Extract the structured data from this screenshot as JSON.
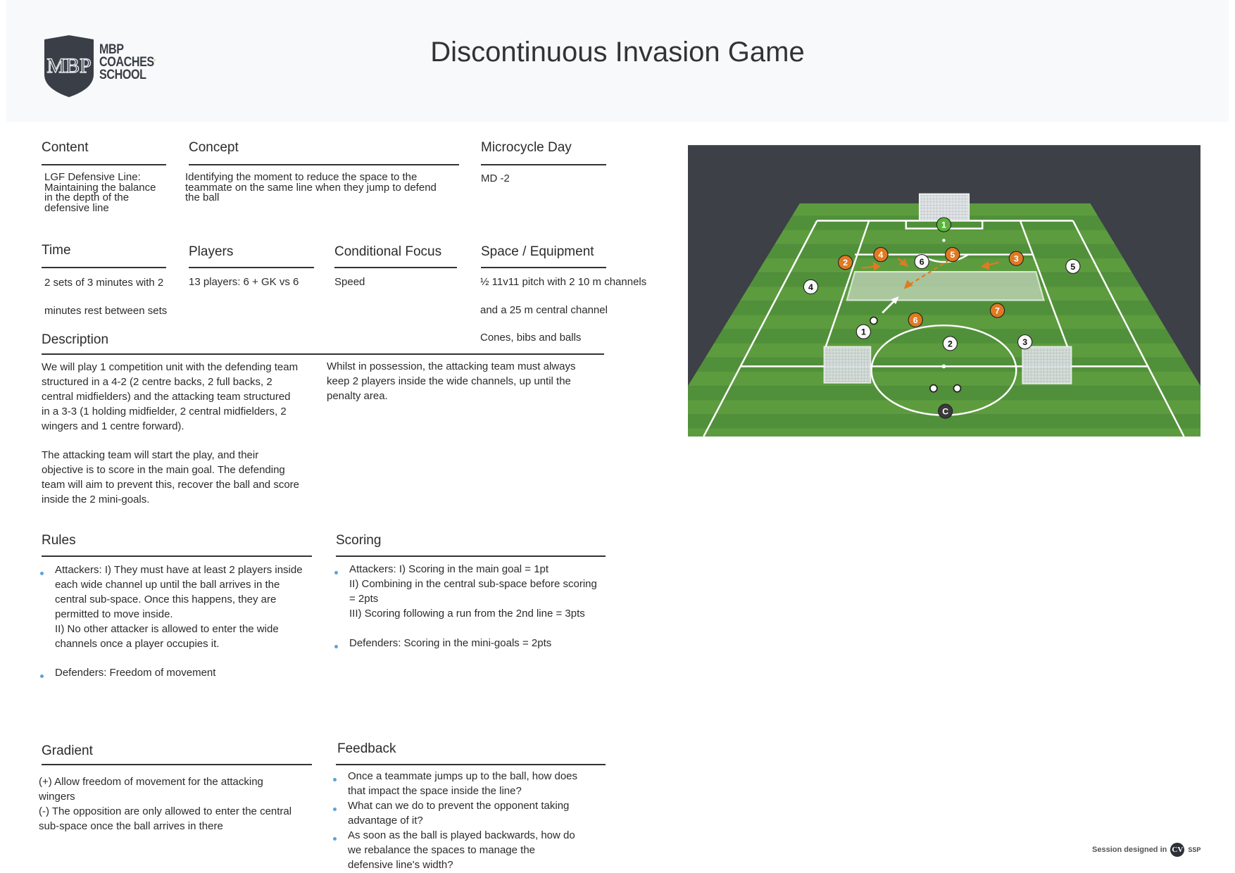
{
  "header": {
    "title": "Discontinuous Invasion Game",
    "logo": {
      "monogram": "MBP",
      "line1": "MBP",
      "line2": "COACHES",
      "line3": "SCHOOL"
    }
  },
  "content": {
    "heading": "Content",
    "text": "LGF Defensive Line:\nMaintaining the balance\nin the depth of the\ndefensive line"
  },
  "concept": {
    "heading": "Concept",
    "text": "Identifying the moment to reduce the space to the\nteammate on the same line when they jump to defend\nthe ball"
  },
  "microcycle": {
    "heading": "Microcycle Day",
    "text": "MD -2"
  },
  "time": {
    "heading": "Time",
    "line1": "2 sets of 3 minutes with 2",
    "line2": "minutes rest between sets"
  },
  "players": {
    "heading": "Players",
    "text": "13 players: 6 + GK vs 6"
  },
  "conditional_focus": {
    "heading": "Conditional Focus",
    "text": "Speed"
  },
  "space_equipment": {
    "heading": "Space / Equipment",
    "line1": "½ 11v11 pitch with 2 10 m channels",
    "line2": "and a 25 m central channel",
    "line3": "Cones, bibs and balls"
  },
  "description": {
    "heading": "Description",
    "para1": "We will play 1 competition unit with the defending team\nstructured in a 4-2 (2 centre backs, 2 full backs, 2\ncentral midfielders) and the attacking team structured\nin a 3-3 (1 holding midfielder, 2 central midfielders, 2\nwingers and 1 centre forward).",
    "para2": "The attacking team will start the play, and their\nobjective is to score in the main goal. The defending\nteam will aim to prevent this, recover the ball and score\ninside the 2 mini-goals.",
    "para3": "Whilst in possession, the attacking team must always\nkeep 2 players inside the wide channels, up until the\npenalty area."
  },
  "rules": {
    "heading": "Rules",
    "items": [
      "Attackers: I) They must have at least 2 players inside\neach wide channel up until the ball arrives in the\ncentral sub-space. Once this happens, they are\npermitted to move inside.\nII) No other attacker is allowed to enter the wide\nchannels once a player occupies it.",
      "Defenders: Freedom of movement"
    ]
  },
  "scoring": {
    "heading": "Scoring",
    "items": [
      "Attackers: I) Scoring in the main goal = 1pt\nII) Combining in the central sub-space before scoring\n= 2pts\nIII) Scoring following a run from the 2nd line = 3pts",
      "Defenders: Scoring in the mini-goals = 2pts"
    ]
  },
  "gradient": {
    "heading": "Gradient",
    "text": "(+) Allow freedom of movement for the attacking\nwingers\n(-) The opposition are only allowed to enter the central\nsub-space once the ball arrives in there"
  },
  "feedback": {
    "heading": "Feedback",
    "items": [
      "Once a teammate jumps up to the ball, how does\nthat impact the space inside the line?",
      "What can we do to prevent the opponent taking\nadvantage of it?",
      "As soon as the ball is played backwards, how do\nwe rebalance the spaces to manage the\ndefensive line's width?"
    ]
  },
  "diagram": {
    "goalkeeper": "1",
    "orange_players": [
      "2",
      "4",
      "5",
      "3",
      "7",
      "6"
    ],
    "white_players": [
      "6",
      "5",
      "4",
      "1",
      "2",
      "3"
    ],
    "coach": "C",
    "colors": {
      "background": "#3d4047",
      "grass": "#5a9a3c",
      "grass_alt": "#4f8d33",
      "orange": "#e07a22",
      "gk": "#5bb43a"
    }
  },
  "footer": {
    "text": "Session designed in",
    "brand_mark": "CV",
    "brand": "SSP"
  }
}
